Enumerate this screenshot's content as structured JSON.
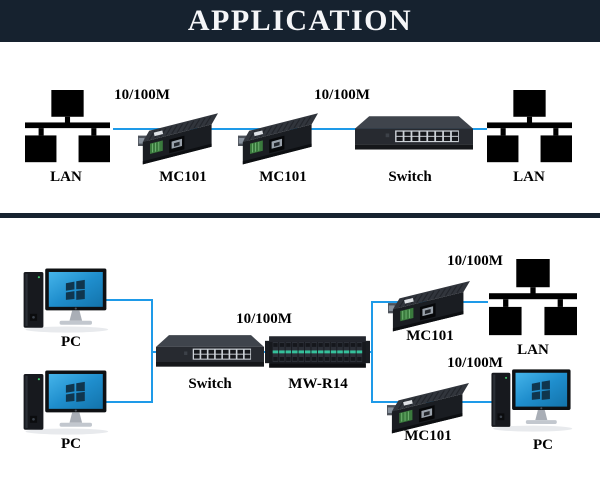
{
  "header": {
    "title": "APPLICATION"
  },
  "colors": {
    "header_bg": "#16222f",
    "divider": "#16222f",
    "connection_line": "#1e9ae8",
    "label_text": "#000000",
    "pc_screen_blue": "#1f8ecd"
  },
  "top_diagram": {
    "link_speed_labels": [
      "10/100M",
      "10/100M"
    ],
    "nodes": [
      {
        "icon": "lan-icon",
        "label": "LAN"
      },
      {
        "icon": "media-converter-icon",
        "label": "MC101"
      },
      {
        "icon": "media-converter-icon",
        "label": "MC101"
      },
      {
        "icon": "switch-icon",
        "label": "Switch"
      },
      {
        "icon": "lan-icon",
        "label": "LAN"
      }
    ]
  },
  "bottom_diagram": {
    "link_speed_labels": [
      "10/100M",
      "10/100M",
      "10/100M"
    ],
    "nodes": [
      {
        "icon": "pc-icon",
        "label": "PC"
      },
      {
        "icon": "pc-icon",
        "label": "PC"
      },
      {
        "icon": "switch-icon",
        "label": "Switch"
      },
      {
        "icon": "rack-chassis-icon",
        "label": "MW-R14"
      },
      {
        "icon": "media-converter-icon",
        "label": "MC101"
      },
      {
        "icon": "lan-icon",
        "label": "LAN"
      },
      {
        "icon": "media-converter-icon",
        "label": "MC101"
      },
      {
        "icon": "pc-icon",
        "label": "PC"
      }
    ]
  }
}
